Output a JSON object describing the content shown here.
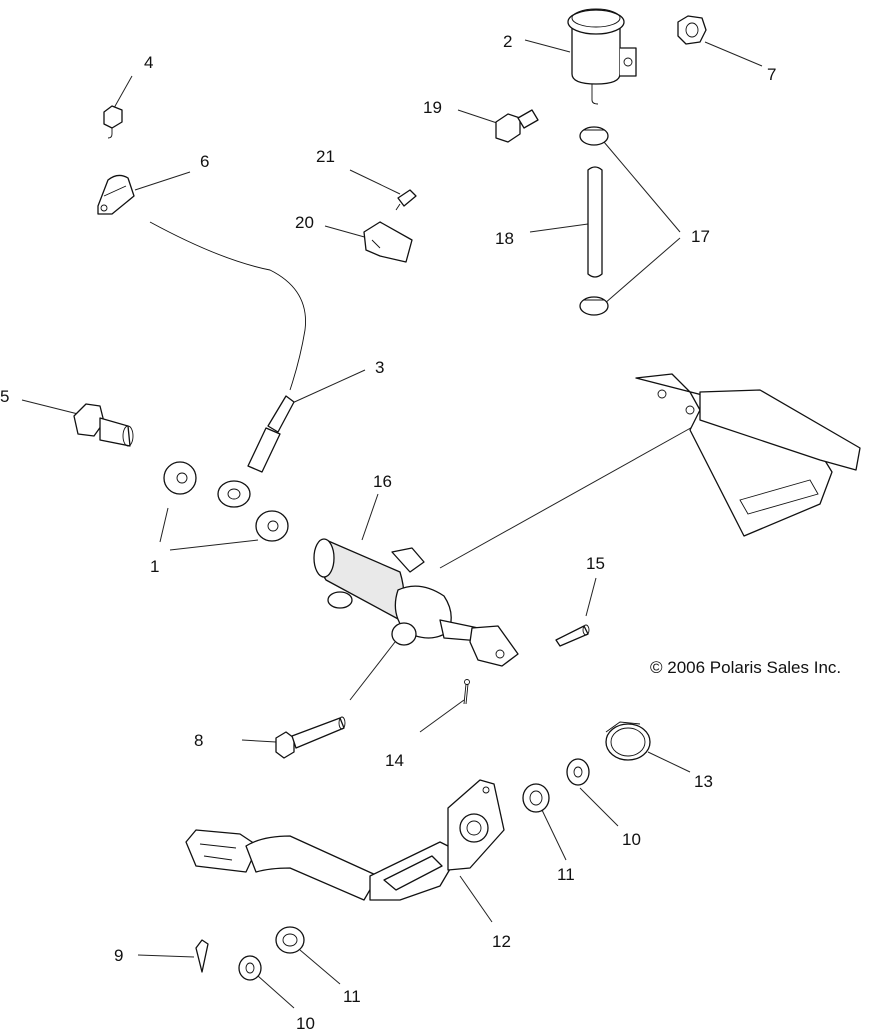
{
  "callouts": {
    "c1": "1",
    "c2": "2",
    "c3": "3",
    "c4": "4",
    "c5": "5",
    "c6": "6",
    "c7": "7",
    "c8": "8",
    "c9": "9",
    "c10a": "10",
    "c10b": "10",
    "c11a": "11",
    "c11b": "11",
    "c12": "12",
    "c13": "13",
    "c14": "14",
    "c15": "15",
    "c16": "16",
    "c17": "17",
    "c18": "18",
    "c19": "19",
    "c20": "20",
    "c21": "21"
  },
  "copyright": "© 2006 Polaris Sales Inc."
}
